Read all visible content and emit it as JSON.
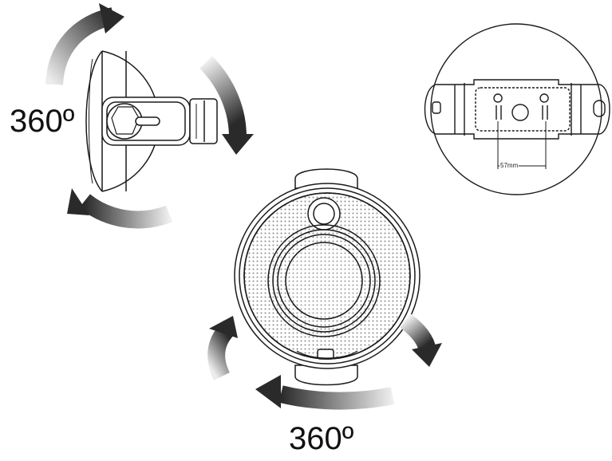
{
  "labels": {
    "rotation_left": "360º",
    "rotation_bottom": "360º",
    "hole_spacing": "57mm"
  },
  "icons": {
    "side_view": "speaker-side-view-icon",
    "bracket_view": "mounting-bracket-icon",
    "front_view": "speaker-front-grille-icon"
  },
  "colors": {
    "line": "#1a1a1a",
    "arrow_dark": "#2a2a2a",
    "arrow_light": "#e8e8e8",
    "grille_dot": "#8a8a8a"
  }
}
